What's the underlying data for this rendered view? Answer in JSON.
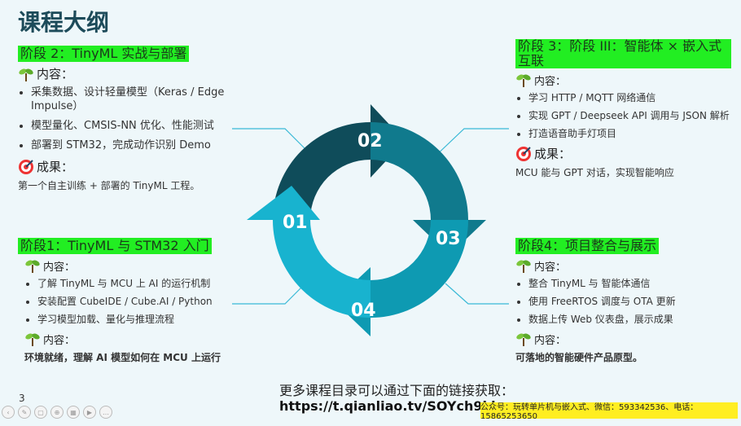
{
  "title": "课程大纲",
  "phase2": {
    "heading": "阶段 2：TinyML 实战与部署",
    "content_label": "内容：",
    "items": [
      "采集数据、设计轻量模型（Keras / Edge Impulse）",
      "模型量化、CMSIS-NN 优化、性能测试",
      "部署到 STM32，完成动作识别 Demo"
    ],
    "result_label": "成果：",
    "result_text": "第一个自主训练 + 部署的 TinyML 工程。"
  },
  "phase1": {
    "heading": "阶段1：TinyML 与 STM32 入门",
    "content_label": "内容：",
    "items": [
      "了解 TinyML 与 MCU 上 AI 的运行机制",
      "安装配置 CubeIDE / Cube.AI / Python",
      "学习模型加载、量化与推理流程"
    ],
    "content_label2": "内容：",
    "result_text": "环境就绪，理解 AI 模型如何在 MCU 上运行"
  },
  "phase3": {
    "heading": "阶段 3：阶段 III：智能体 × 嵌入式互联",
    "content_label": "内容：",
    "items": [
      "学习 HTTP / MQTT 网络通信",
      "实现 GPT / Deepseek API 调用与 JSON 解析",
      "打造语音助手灯项目"
    ],
    "result_label": "成果：",
    "result_text": "MCU 能与 GPT 对话，实现智能响应"
  },
  "phase4": {
    "heading": "阶段4：项目整合与展示",
    "content_label": "内容：",
    "items": [
      "整合 TinyML 与 智能体通信",
      "使用 FreeRTOS 调度与 OTA 更新",
      "数据上传 Web 仪表盘，展示成果"
    ],
    "content_label2": "内容：",
    "result_text": "可落地的智能硬件产品原型。"
  },
  "cycle": {
    "n01": "01",
    "n02": "02",
    "n03": "03",
    "n04": "04"
  },
  "footer": {
    "more": "更多课程目录可以通过下面的链接获取：",
    "url": "https://t.qianliao.tv/SOYch9kl",
    "page": "3",
    "contact": "公众号：玩转单片机与嵌入式、微信：593342536、电话：15865253650"
  },
  "colors": {
    "highlight": "#22ee22",
    "title": "#1d4b5a",
    "dark_teal": "#0f4c5a",
    "mid_teal": "#0e7f93",
    "light_teal": "#18a9c5",
    "contact_bg": "#ffee22"
  },
  "icons": {
    "sprout": "sprout-icon",
    "target": "target-icon"
  }
}
